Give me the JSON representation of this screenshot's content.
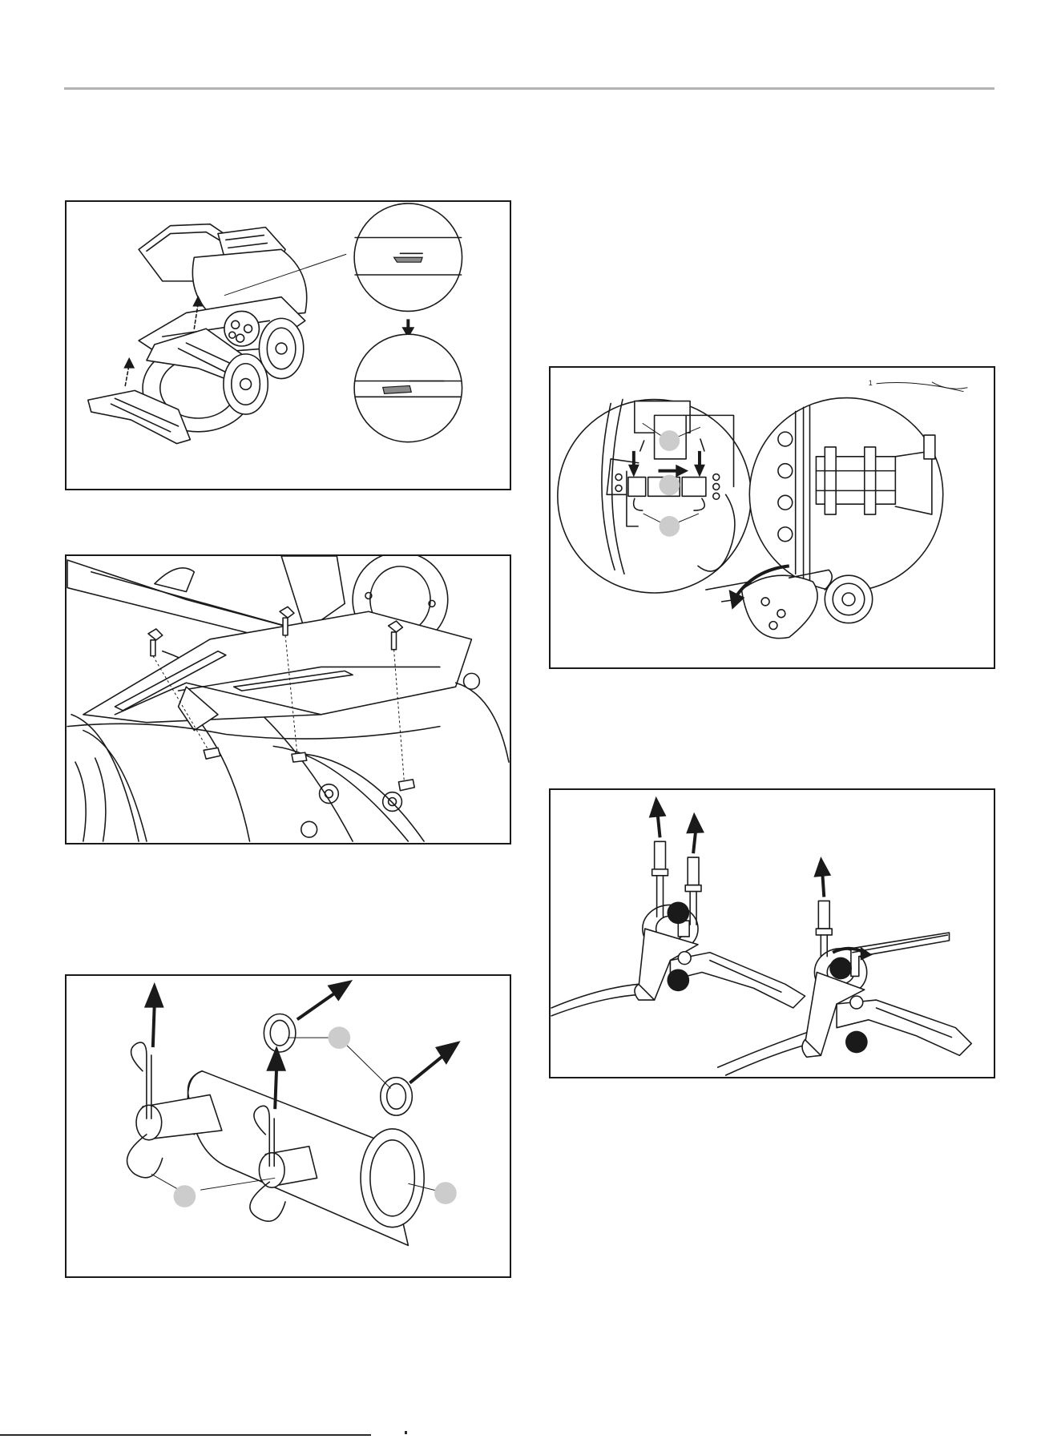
{
  "page": {
    "colors": {
      "line": "#1a1a1a",
      "rule": "#b3b3b3",
      "callout_grey": "#cccccc",
      "callout_black": "#1a1a1a"
    }
  },
  "figures": [
    {
      "id": "fig1",
      "name": "tine-shield-removal-figure",
      "callouts": []
    },
    {
      "id": "fig2",
      "name": "drag-bar-bolts-figure",
      "callouts": []
    },
    {
      "id": "fig3",
      "name": "pin-and-sleeve-figure",
      "callouts": [
        "",
        "",
        ""
      ]
    },
    {
      "id": "fig4",
      "name": "tine-shaft-pin-figure",
      "callouts": [
        "",
        "",
        ""
      ],
      "label": "1"
    },
    {
      "id": "fig5",
      "name": "handle-lever-figure",
      "callouts": [
        "",
        "",
        "",
        ""
      ]
    }
  ]
}
